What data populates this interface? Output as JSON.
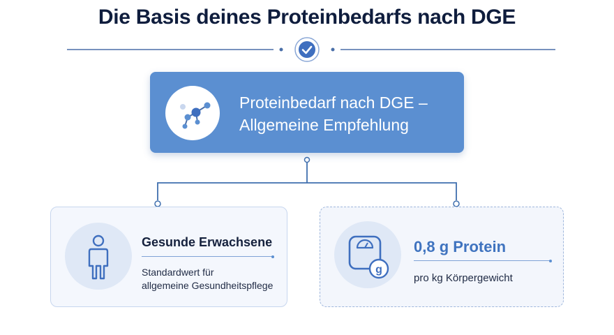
{
  "title": "Die Basis deines Proteinbedarfs nach DGE",
  "main": {
    "line1": "Proteinbedarf nach DGE –",
    "line2": "Allgemeine Empfehlung",
    "icon": "molecule-icon"
  },
  "left_card": {
    "heading": "Gesunde Erwachsene",
    "sub_line1": "Standardwert für",
    "sub_line2": "allgemeine Gesundheitspflege",
    "icon": "person-icon"
  },
  "right_card": {
    "heading": "0,8 g Protein",
    "sub": "pro kg Körpergewicht",
    "icon": "scale-icon",
    "badge": "g"
  },
  "colors": {
    "accent": "#5b8fd1",
    "title": "#0f1d3d",
    "line": "#3f6fae"
  }
}
